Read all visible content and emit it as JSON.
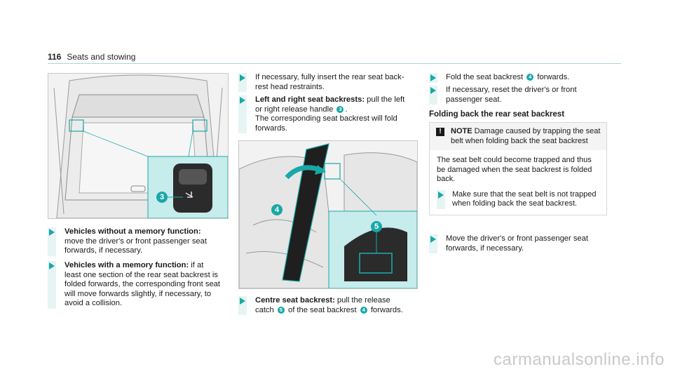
{
  "header": {
    "page_number": "116",
    "section": "Seats and stowing"
  },
  "figures": {
    "left": {
      "callout_label": "3"
    },
    "middle": {
      "callout_a": "4",
      "callout_b": "5"
    }
  },
  "col1": {
    "step1": {
      "bold": "Vehicles without a memory function:",
      "text": " move the driver's or front passenger seat forwards, if necessary."
    },
    "step2": {
      "bold": "Vehicles with a memory function:",
      "text": " if at least one section of the rear seat backrest is folded forwards, the corresponding front seat will move forwards slightly, if necessary, to avoid a collision."
    }
  },
  "col2": {
    "step1": {
      "text": "If necessary, fully insert the rear seat back-rest head restraints."
    },
    "step2": {
      "bold": "Left and right seat backrests:",
      "text_a": " pull the left or right release handle ",
      "num": "3",
      "text_b": ".",
      "text_c": "The corresponding seat backrest will fold forwards."
    },
    "step3": {
      "bold": "Centre seat backrest:",
      "text_a": " pull the release catch ",
      "num_a": "5",
      "text_b": " of the seat backrest ",
      "num_b": "4",
      "text_c": " forwards."
    }
  },
  "col3": {
    "step1": {
      "text_a": "Fold the seat backrest ",
      "num": "4",
      "text_b": " forwards."
    },
    "step2": {
      "text": "If necessary, reset the driver's or front passenger seat."
    },
    "subheading": "Folding back the rear seat backrest",
    "note": {
      "label": "NOTE",
      "head_text": " Damage caused by trapping the seat belt when folding back the seat backrest",
      "body": "The seat belt could become trapped and thus be damaged when the seat backrest is folded back.",
      "step": "Make sure that the seat belt is not trapped when folding back the seat backrest."
    },
    "step3": {
      "text": "Move the driver's or front passenger seat forwards, if necessary."
    }
  },
  "watermark": "carmanualsonline.info"
}
